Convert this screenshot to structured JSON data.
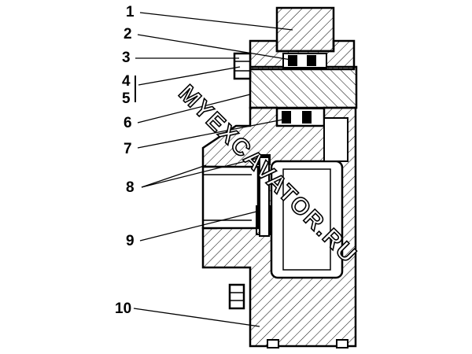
{
  "callouts": [
    {
      "id": "1",
      "label": "1"
    },
    {
      "id": "2",
      "label": "2"
    },
    {
      "id": "3",
      "label": "3"
    },
    {
      "id": "4",
      "label": "4"
    },
    {
      "id": "5",
      "label": "5"
    },
    {
      "id": "6",
      "label": "6"
    },
    {
      "id": "7",
      "label": "7"
    },
    {
      "id": "8",
      "label": "8"
    },
    {
      "id": "9",
      "label": "9"
    },
    {
      "id": "10",
      "label": "10"
    }
  ],
  "watermark": "MYEXCAVATOR.RU",
  "colors": {
    "ink": "#000000",
    "paper": "#ffffff"
  }
}
